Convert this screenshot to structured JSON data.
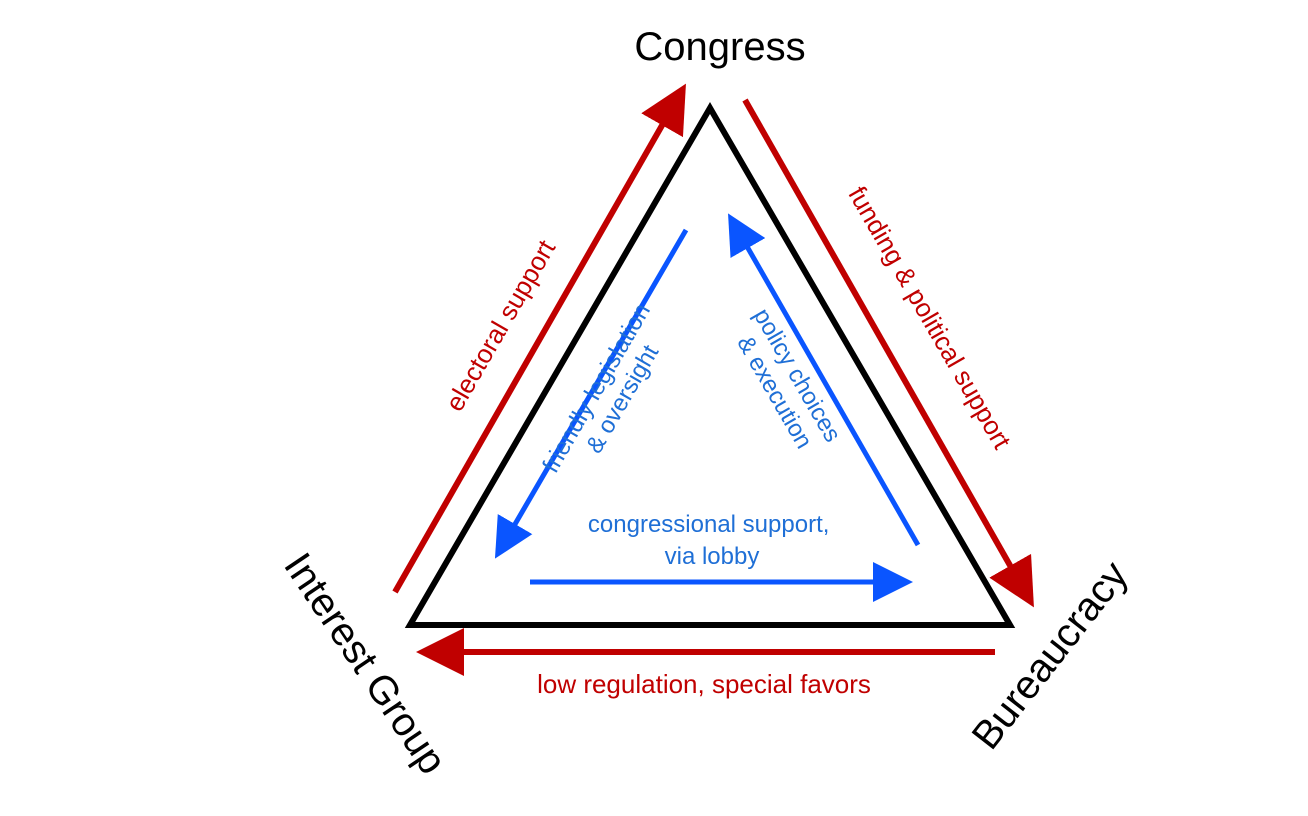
{
  "colors": {
    "triangle": "#000000",
    "outer_flow": "#c00000",
    "inner_flow_arrow": "#0a55ff",
    "inner_flow_text": "#1f6fd6"
  },
  "nodes": {
    "congress": "Congress",
    "interest_group": "Interest Group",
    "bureaucracy": "Bureaucracy"
  },
  "outer_flows": {
    "electoral_support": "electoral support",
    "funding_support": "funding & political support",
    "low_regulation": "low regulation, special favors"
  },
  "inner_flows": {
    "friendly_legislation": {
      "line1": "friendly legislation",
      "line2": "& oversight"
    },
    "policy_choices": {
      "line1": "policy choices",
      "line2": "& execution"
    },
    "congressional_support": {
      "line1": "congressional support,",
      "line2": "via lobby"
    }
  }
}
